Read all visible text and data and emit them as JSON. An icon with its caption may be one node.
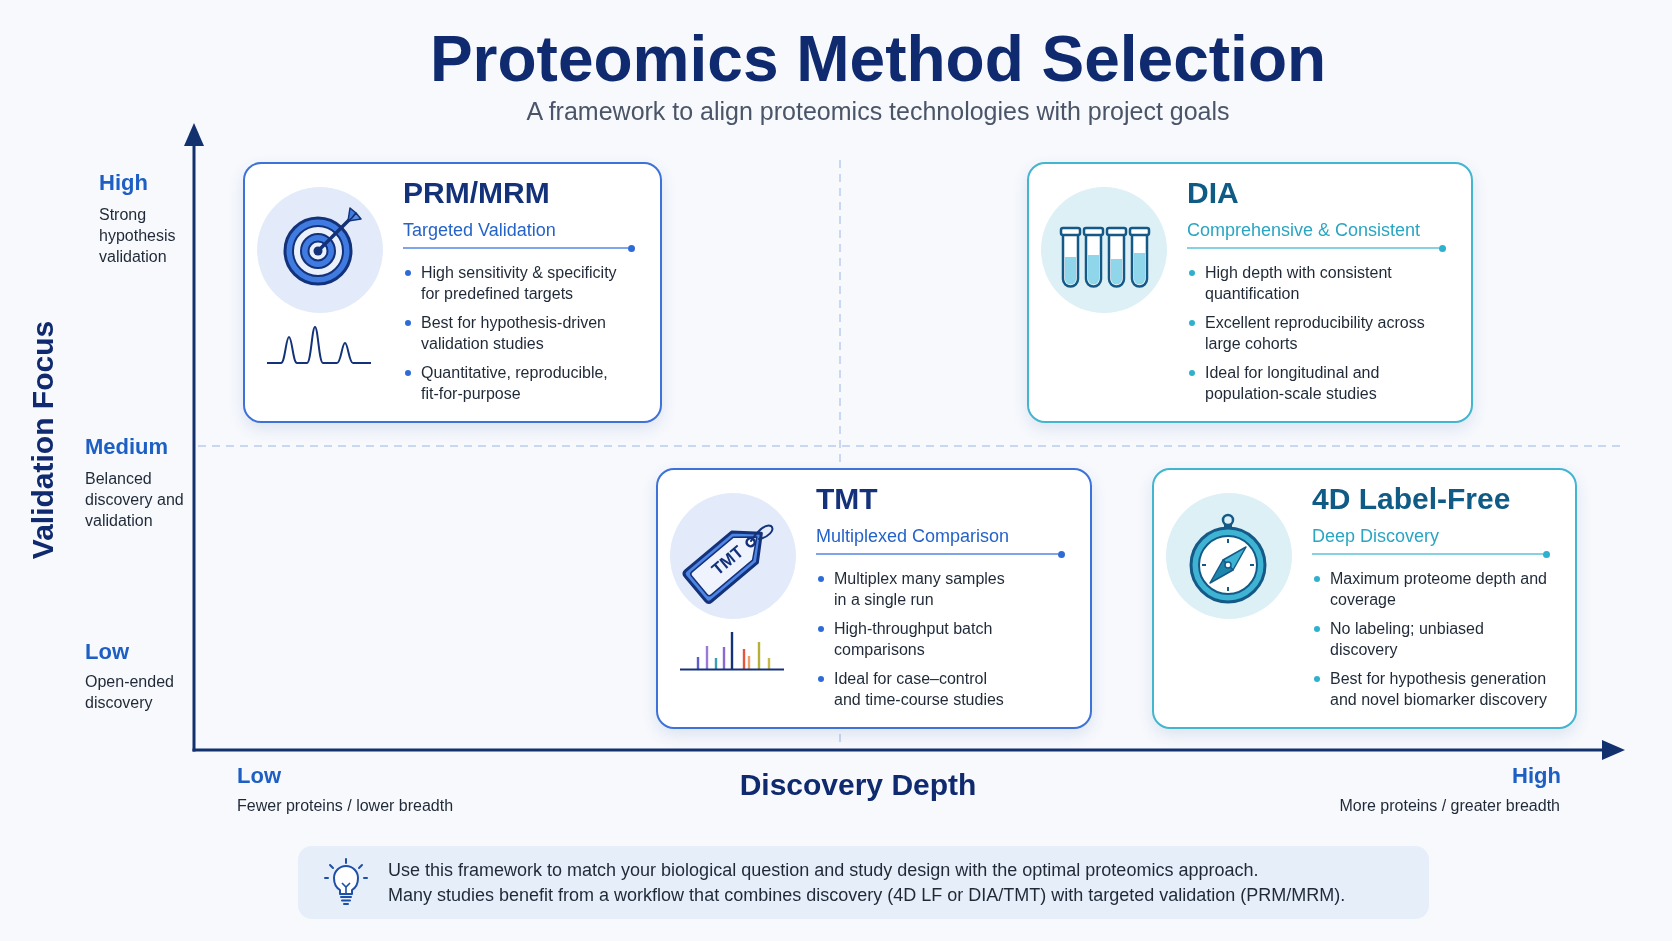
{
  "diagram": {
    "title": "Proteomics Method Selection",
    "nodes": [
      {
        "text": [
          "PRM/MRM",
          "Targeted Validation",
          "High sensitivity & specificity for predefined targets",
          "Best for hypothesis-driven validation studies",
          "Quantitative, reproducible, fit-for-purpose"
        ]
      },
      {
        "text": [
          "DIA",
          "Comprehensive & Consistent",
          "High depth with consistent quantification",
          "Excellent reproducibility across large cohorts",
          "Ideal for longitudinal and population-scale studies"
        ]
      },
      {
        "text": [
          "TMT",
          "Multiplexed Comparison",
          "Multiplex many samples in a single run",
          "High-throughput batch comparisons",
          "Ideal for case–control and time-course studies"
        ]
      },
      {
        "text": [
          "4D Label-Free",
          "Deep Discovery",
          "Maximum proteome depth and coverage",
          "No labeling; unbiased discovery",
          "Best for hypothesis generation and novel biomarker discovery"
        ]
      },
      {
        "text": [
          "Use this framework to match your biological question and study design with the optimal proteomics approach.",
          "Many studies benefit from a workflow that combines discovery (4D LF or DIA/TMT) with targeted validation (PRM/MRM)."
        ]
      }
    ],
    "labels": [
      "A framework to align proteomics technologies with project goals",
      "High",
      "Strong hypothesis validation",
      "Validation Focus",
      "Medium",
      "Belanced discovery and validation",
      "Low",
      "Open-ended discovery",
      "TMT",
      "Low",
      "Fewer proteins / lower breadth",
      "Discovery Depth",
      "High",
      "More proteins / greater breadth"
    ]
  }
}
